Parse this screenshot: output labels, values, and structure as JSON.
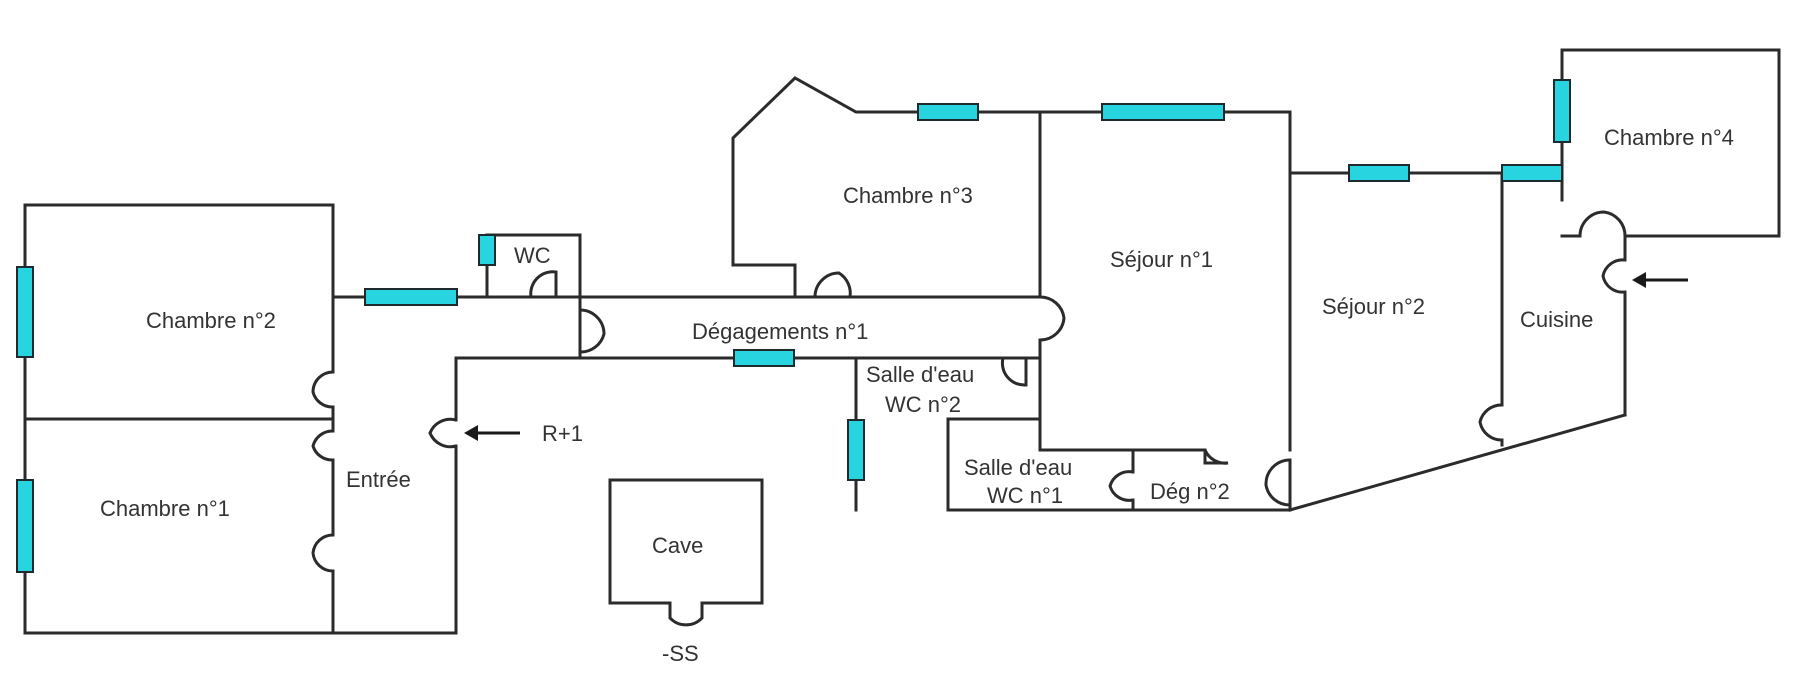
{
  "rooms": {
    "chambre1": "Chambre n°1",
    "chambre2": "Chambre n°2",
    "chambre3": "Chambre n°3",
    "chambre4": "Chambre n°4",
    "entree": "Entrée",
    "wc": "WC",
    "degagements1": "Dégagements n°1",
    "salle_eau_wc2_line1": "Salle d'eau",
    "salle_eau_wc2_line2": "WC n°2",
    "salle_eau_wc1_line1": "Salle d'eau",
    "salle_eau_wc1_line2": "WC n°1",
    "deg2": "Dég n°2",
    "sejour1": "Séjour n°1",
    "sejour2": "Séjour n°2",
    "cuisine": "Cuisine",
    "cave": "Cave"
  },
  "markers": {
    "r_plus_1": "R+1",
    "sous_sol": "-SS"
  },
  "colors": {
    "window": "#28d4e0",
    "wall": "#2b2b2b",
    "text": "#333333"
  },
  "icons": {
    "entrance_arrow": "arrow-left-icon"
  }
}
